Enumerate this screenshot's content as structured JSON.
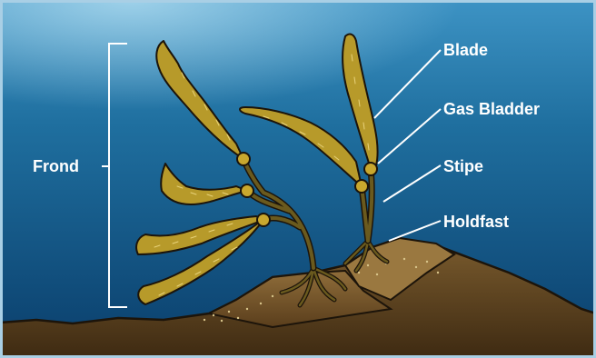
{
  "labels": {
    "frond": "Frond",
    "blade": "Blade",
    "gas_bladder": "Gas Bladder",
    "stipe": "Stipe",
    "holdfast": "Holdfast"
  },
  "colors": {
    "water_top": "#2f86b8",
    "water_bottom": "#0a3e6b",
    "kelp_fill": "#b79a2a",
    "kelp_outline": "#2b2410",
    "stipe": "#6a5a1e",
    "rock": "#7a5a2e",
    "label_text": "#ffffff"
  }
}
